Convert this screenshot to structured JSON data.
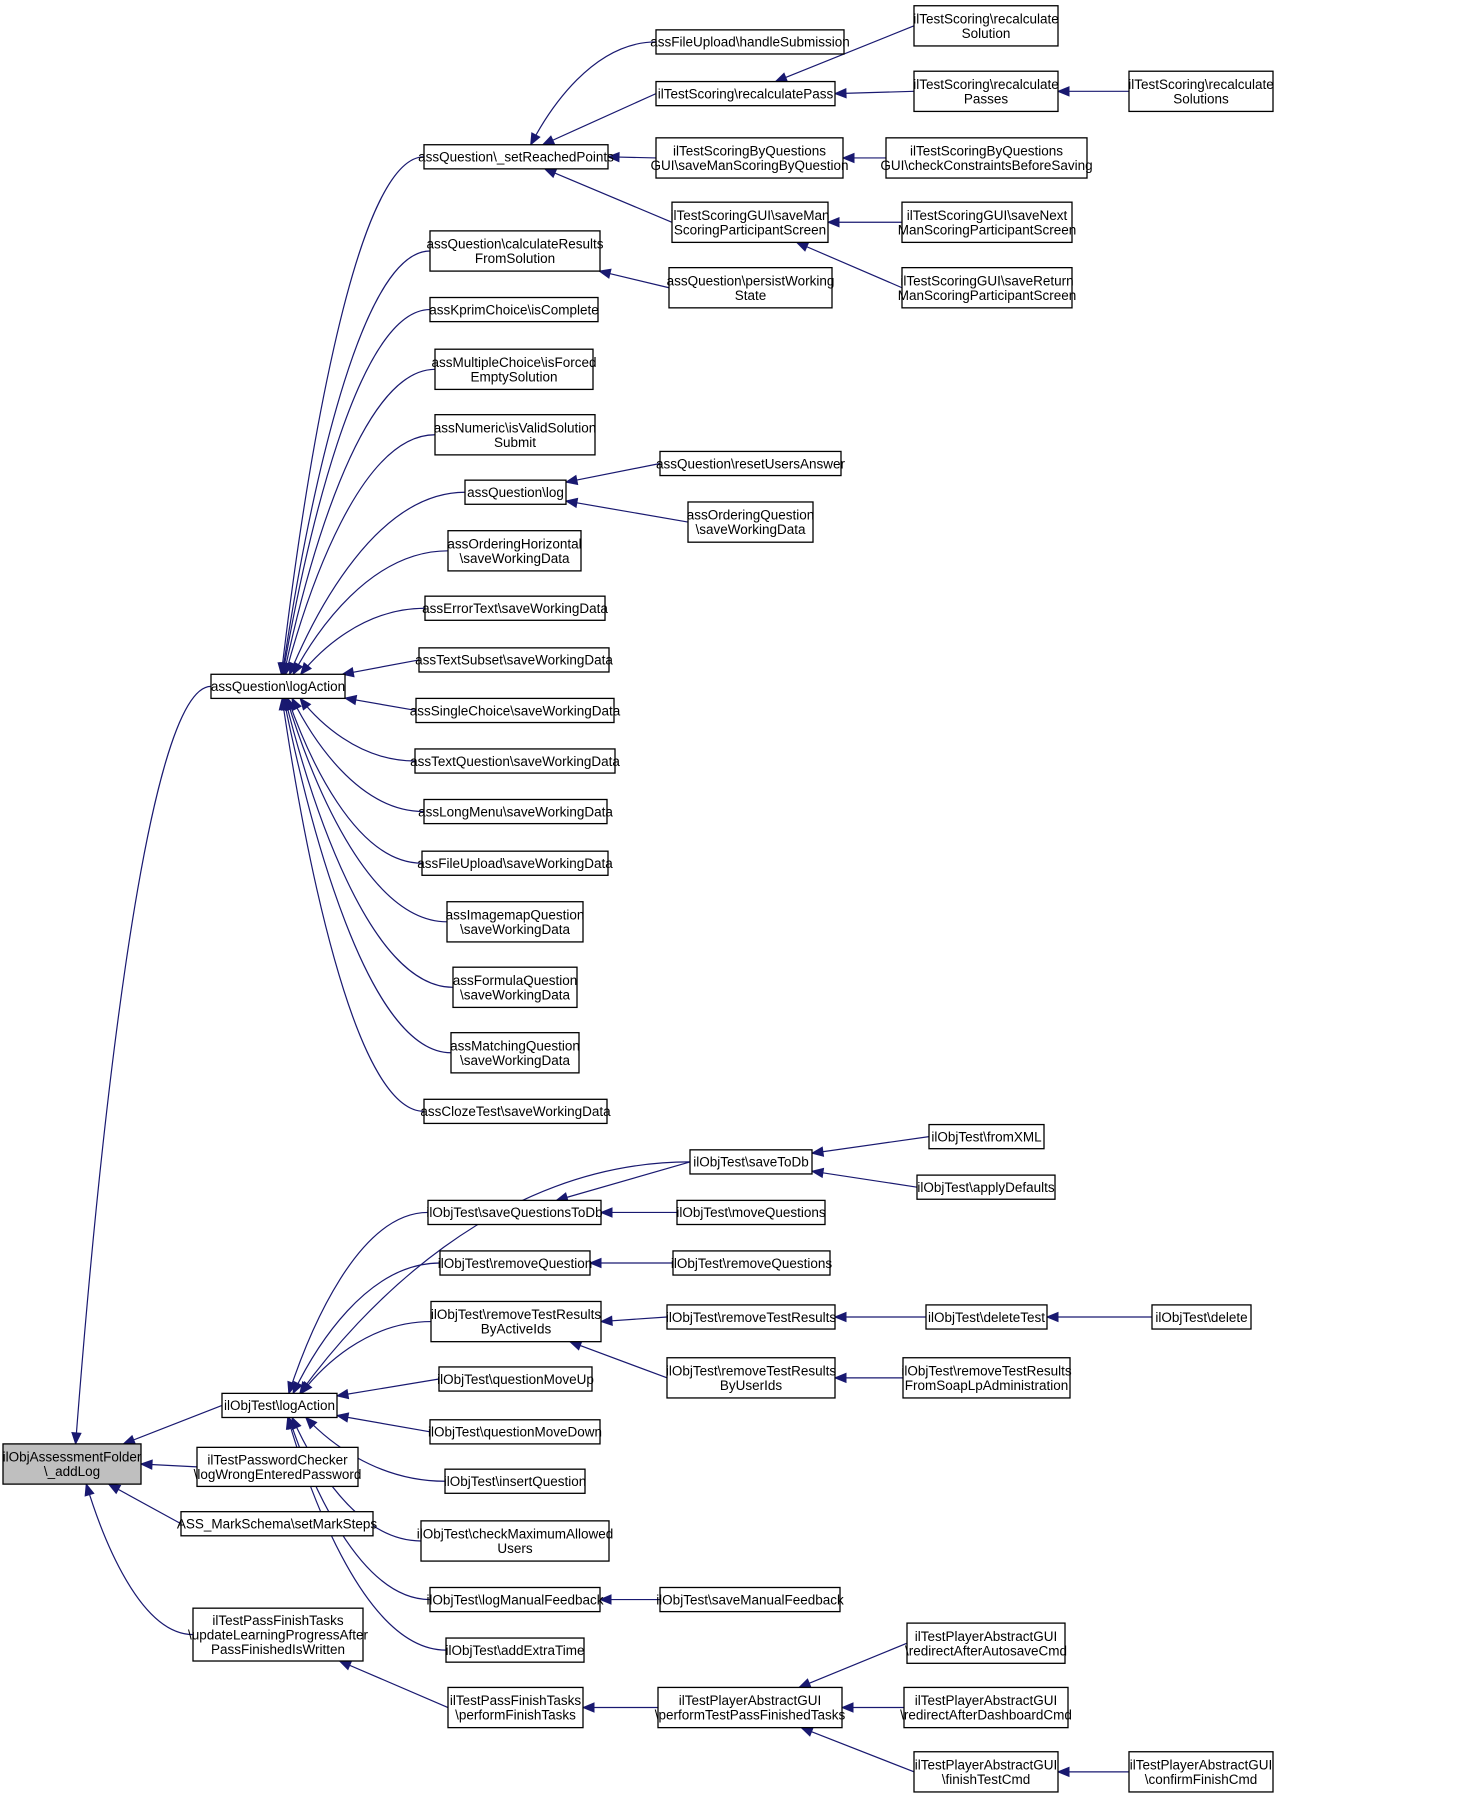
{
  "diagram": {
    "nodes": [
      {
        "id": "root",
        "lines": [
          "ilObjAssessmentFolder",
          "\\_addLog"
        ],
        "root": true
      },
      {
        "id": "logAction",
        "lines": [
          "assQuestion\\logAction"
        ]
      },
      {
        "id": "objLogAction",
        "lines": [
          "ilObjTest\\logAction"
        ]
      },
      {
        "id": "pwChecker",
        "lines": [
          "ilTestPasswordChecker",
          "\\logWrongEnteredPassword"
        ]
      },
      {
        "id": "markSchema",
        "lines": [
          "ASS_MarkSchema\\setMarkSteps"
        ]
      },
      {
        "id": "passFinishUpd",
        "lines": [
          "ilTestPassFinishTasks",
          "\\updateLearningProgressAfter",
          "PassFinishedIsWritten"
        ]
      },
      {
        "id": "setReached",
        "lines": [
          "assQuestion\\_setReachedPoints"
        ]
      },
      {
        "id": "calcResults",
        "lines": [
          "assQuestion\\calculateResults",
          "FromSolution"
        ]
      },
      {
        "id": "kprim",
        "lines": [
          "assKprimChoice\\isComplete"
        ]
      },
      {
        "id": "multiChoice",
        "lines": [
          "assMultipleChoice\\isForced",
          "EmptySolution"
        ]
      },
      {
        "id": "numeric",
        "lines": [
          "assNumeric\\isValidSolution",
          "Submit"
        ]
      },
      {
        "id": "qlog",
        "lines": [
          "assQuestion\\log"
        ]
      },
      {
        "id": "orderingHoriz",
        "lines": [
          "assOrderingHorizontal",
          "\\saveWorkingData"
        ]
      },
      {
        "id": "errorText",
        "lines": [
          "assErrorText\\saveWorkingData"
        ]
      },
      {
        "id": "textSubset",
        "lines": [
          "assTextSubset\\saveWorkingData"
        ]
      },
      {
        "id": "singleChoice",
        "lines": [
          "assSingleChoice\\saveWorkingData"
        ]
      },
      {
        "id": "textQuestion",
        "lines": [
          "assTextQuestion\\saveWorkingData"
        ]
      },
      {
        "id": "longMenu",
        "lines": [
          "assLongMenu\\saveWorkingData"
        ]
      },
      {
        "id": "fileUploadSave",
        "lines": [
          "assFileUpload\\saveWorkingData"
        ]
      },
      {
        "id": "imagemap",
        "lines": [
          "assImagemapQuestion",
          "\\saveWorkingData"
        ]
      },
      {
        "id": "formula",
        "lines": [
          "assFormulaQuestion",
          "\\saveWorkingData"
        ]
      },
      {
        "id": "matching",
        "lines": [
          "assMatchingQuestion",
          "\\saveWorkingData"
        ]
      },
      {
        "id": "cloze",
        "lines": [
          "assClozeTest\\saveWorkingData"
        ]
      },
      {
        "id": "fileUploadHandle",
        "lines": [
          "assFileUpload\\handleSubmission"
        ]
      },
      {
        "id": "recalcPass",
        "lines": [
          "ilTestScoring\\recalculatePass"
        ]
      },
      {
        "id": "scoringByQ",
        "lines": [
          "ilTestScoringByQuestions",
          "GUI\\saveManScoringByQuestion"
        ]
      },
      {
        "id": "scoringGUIsave",
        "lines": [
          "ilTestScoringGUI\\saveMan",
          "ScoringParticipantScreen"
        ]
      },
      {
        "id": "persistWorking",
        "lines": [
          "assQuestion\\persistWorking",
          "State"
        ]
      },
      {
        "id": "recalcSolution",
        "lines": [
          "ilTestScoring\\recalculate",
          "Solution"
        ]
      },
      {
        "id": "recalcPasses",
        "lines": [
          "ilTestScoring\\recalculate",
          "Passes"
        ]
      },
      {
        "id": "recalcSolutions",
        "lines": [
          "ilTestScoring\\recalculate",
          "Solutions"
        ]
      },
      {
        "id": "checkConstraints",
        "lines": [
          "ilTestScoringByQuestions",
          "GUI\\checkConstraintsBeforeSaving"
        ]
      },
      {
        "id": "saveNext",
        "lines": [
          "ilTestScoringGUI\\saveNext",
          "ManScoringParticipantScreen"
        ]
      },
      {
        "id": "saveReturn",
        "lines": [
          "ilTestScoringGUI\\saveReturn",
          "ManScoringParticipantScreen"
        ]
      },
      {
        "id": "resetUsers",
        "lines": [
          "assQuestion\\resetUsersAnswer"
        ]
      },
      {
        "id": "orderingQ",
        "lines": [
          "assOrderingQuestion",
          "\\saveWorkingData"
        ]
      },
      {
        "id": "saveToDb",
        "lines": [
          "ilObjTest\\saveToDb"
        ]
      },
      {
        "id": "fromXML",
        "lines": [
          "ilObjTest\\fromXML"
        ]
      },
      {
        "id": "applyDefaults",
        "lines": [
          "ilObjTest\\applyDefaults"
        ]
      },
      {
        "id": "saveQToDb",
        "lines": [
          "ilObjTest\\saveQuestionsToDb"
        ]
      },
      {
        "id": "moveQuestions",
        "lines": [
          "ilObjTest\\moveQuestions"
        ]
      },
      {
        "id": "removeQuestion",
        "lines": [
          "ilObjTest\\removeQuestion"
        ]
      },
      {
        "id": "removeQuestions",
        "lines": [
          "ilObjTest\\removeQuestions"
        ]
      },
      {
        "id": "removeTRActive",
        "lines": [
          "ilObjTest\\removeTestResults",
          "ByActiveIds"
        ]
      },
      {
        "id": "removeTR",
        "lines": [
          "ilObjTest\\removeTestResults"
        ]
      },
      {
        "id": "deleteTest",
        "lines": [
          "ilObjTest\\deleteTest"
        ]
      },
      {
        "id": "deleteObj",
        "lines": [
          "ilObjTest\\delete"
        ]
      },
      {
        "id": "removeTRUser",
        "lines": [
          "ilObjTest\\removeTestResults",
          "ByUserIds"
        ]
      },
      {
        "id": "removeTRSoap",
        "lines": [
          "ilObjTest\\removeTestResults",
          "FromSoapLpAdministration"
        ]
      },
      {
        "id": "moveUp",
        "lines": [
          "ilObjTest\\questionMoveUp"
        ]
      },
      {
        "id": "moveDown",
        "lines": [
          "ilObjTest\\questionMoveDown"
        ]
      },
      {
        "id": "insertQ",
        "lines": [
          "ilObjTest\\insertQuestion"
        ]
      },
      {
        "id": "checkMax",
        "lines": [
          "ilObjTest\\checkMaximumAllowed",
          "Users"
        ]
      },
      {
        "id": "logManual",
        "lines": [
          "ilObjTest\\logManualFeedback"
        ]
      },
      {
        "id": "saveManual",
        "lines": [
          "ilObjTest\\saveManualFeedback"
        ]
      },
      {
        "id": "extraTime",
        "lines": [
          "ilObjTest\\addExtraTime"
        ]
      },
      {
        "id": "performFinish",
        "lines": [
          "ilTestPassFinishTasks",
          "\\performFinishTasks"
        ]
      },
      {
        "id": "performTestPass",
        "lines": [
          "ilTestPlayerAbstractGUI",
          "\\performTestPassFinishedTasks"
        ]
      },
      {
        "id": "redirAutosave",
        "lines": [
          "ilTestPlayerAbstractGUI",
          "\\redirectAfterAutosaveCmd"
        ]
      },
      {
        "id": "redirDashboard",
        "lines": [
          "ilTestPlayerAbstractGUI",
          "\\redirectAfterDashboardCmd"
        ]
      },
      {
        "id": "finishTestCmd",
        "lines": [
          "ilTestPlayerAbstractGUI",
          "\\finishTestCmd"
        ]
      },
      {
        "id": "confirmFinish",
        "lines": [
          "ilTestPlayerAbstractGUI",
          "\\confirmFinishCmd"
        ]
      }
    ],
    "edges": [
      {
        "from": "logAction",
        "to": "root"
      },
      {
        "from": "objLogAction",
        "to": "root"
      },
      {
        "from": "pwChecker",
        "to": "root"
      },
      {
        "from": "markSchema",
        "to": "root"
      },
      {
        "from": "passFinishUpd",
        "to": "root"
      },
      {
        "from": "setReached",
        "to": "logAction"
      },
      {
        "from": "calcResults",
        "to": "logAction"
      },
      {
        "from": "kprim",
        "to": "logAction"
      },
      {
        "from": "multiChoice",
        "to": "logAction"
      },
      {
        "from": "numeric",
        "to": "logAction"
      },
      {
        "from": "qlog",
        "to": "logAction"
      },
      {
        "from": "orderingHoriz",
        "to": "logAction"
      },
      {
        "from": "errorText",
        "to": "logAction"
      },
      {
        "from": "textSubset",
        "to": "logAction"
      },
      {
        "from": "singleChoice",
        "to": "logAction"
      },
      {
        "from": "textQuestion",
        "to": "logAction"
      },
      {
        "from": "longMenu",
        "to": "logAction"
      },
      {
        "from": "fileUploadSave",
        "to": "logAction"
      },
      {
        "from": "imagemap",
        "to": "logAction"
      },
      {
        "from": "formula",
        "to": "logAction"
      },
      {
        "from": "matching",
        "to": "logAction"
      },
      {
        "from": "cloze",
        "to": "logAction"
      },
      {
        "from": "fileUploadHandle",
        "to": "setReached"
      },
      {
        "from": "recalcPass",
        "to": "setReached"
      },
      {
        "from": "scoringByQ",
        "to": "setReached"
      },
      {
        "from": "scoringGUIsave",
        "to": "setReached"
      },
      {
        "from": "recalcSolution",
        "to": "recalcPass"
      },
      {
        "from": "recalcPasses",
        "to": "recalcPass"
      },
      {
        "from": "recalcSolutions",
        "to": "recalcPasses"
      },
      {
        "from": "checkConstraints",
        "to": "scoringByQ"
      },
      {
        "from": "saveNext",
        "to": "scoringGUIsave"
      },
      {
        "from": "saveReturn",
        "to": "scoringGUIsave"
      },
      {
        "from": "persistWorking",
        "to": "calcResults"
      },
      {
        "from": "resetUsers",
        "to": "qlog"
      },
      {
        "from": "orderingQ",
        "to": "qlog"
      },
      {
        "from": "saveToDb",
        "to": "objLogAction"
      },
      {
        "from": "saveQToDb",
        "to": "objLogAction"
      },
      {
        "from": "removeQuestion",
        "to": "objLogAction"
      },
      {
        "from": "removeTRActive",
        "to": "objLogAction"
      },
      {
        "from": "moveUp",
        "to": "objLogAction"
      },
      {
        "from": "moveDown",
        "to": "objLogAction"
      },
      {
        "from": "insertQ",
        "to": "objLogAction"
      },
      {
        "from": "checkMax",
        "to": "objLogAction"
      },
      {
        "from": "logManual",
        "to": "objLogAction"
      },
      {
        "from": "extraTime",
        "to": "objLogAction"
      },
      {
        "from": "fromXML",
        "to": "saveToDb"
      },
      {
        "from": "applyDefaults",
        "to": "saveToDb"
      },
      {
        "from": "saveToDb",
        "to": "saveQToDb"
      },
      {
        "from": "moveQuestions",
        "to": "saveQToDb"
      },
      {
        "from": "removeQuestions",
        "to": "removeQuestion"
      },
      {
        "from": "removeTR",
        "to": "removeTRActive"
      },
      {
        "from": "removeTRUser",
        "to": "removeTRActive"
      },
      {
        "from": "deleteTest",
        "to": "removeTR"
      },
      {
        "from": "deleteObj",
        "to": "deleteTest"
      },
      {
        "from": "removeTRSoap",
        "to": "removeTRUser"
      },
      {
        "from": "saveManual",
        "to": "logManual"
      },
      {
        "from": "performFinish",
        "to": "passFinishUpd"
      },
      {
        "from": "performTestPass",
        "to": "performFinish"
      },
      {
        "from": "redirAutosave",
        "to": "performTestPass"
      },
      {
        "from": "redirDashboard",
        "to": "performTestPass"
      },
      {
        "from": "finishTestCmd",
        "to": "performTestPass"
      },
      {
        "from": "confirmFinish",
        "to": "finishTestCmd"
      }
    ],
    "colors": {
      "edge": "#191970",
      "root_fill": "#bfbfbf",
      "node_fill": "#ffffff",
      "border": "#000000"
    }
  }
}
